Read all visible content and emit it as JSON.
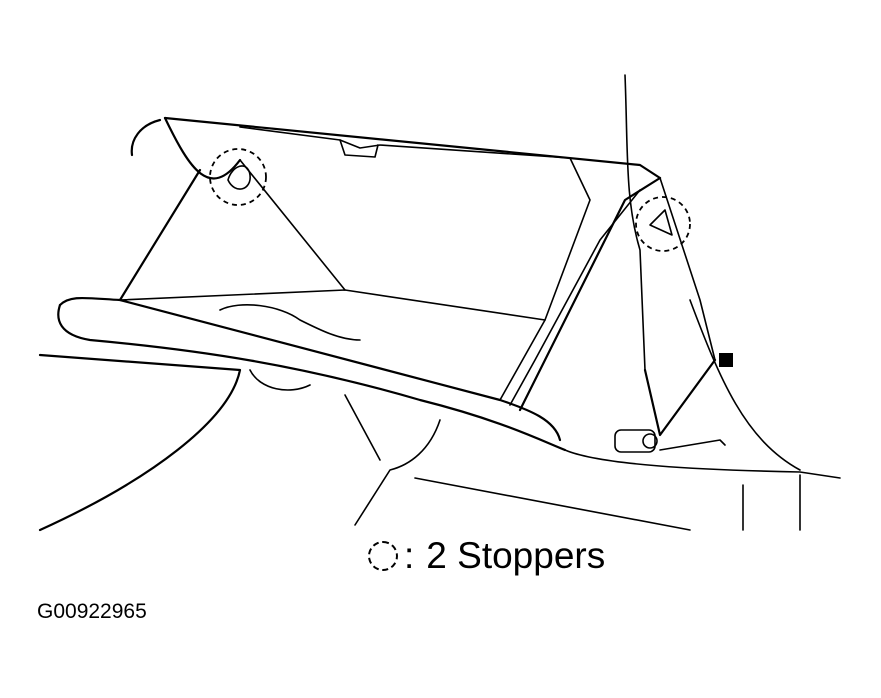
{
  "legend": {
    "symbol_icon": "dashed-circle-icon",
    "separator": ":",
    "label": "2 Stoppers"
  },
  "figure_id": "G00922965",
  "callouts": {
    "count": 2,
    "icon": "dashed-circle-icon"
  },
  "colors": {
    "line": "#000000",
    "background": "#ffffff"
  }
}
